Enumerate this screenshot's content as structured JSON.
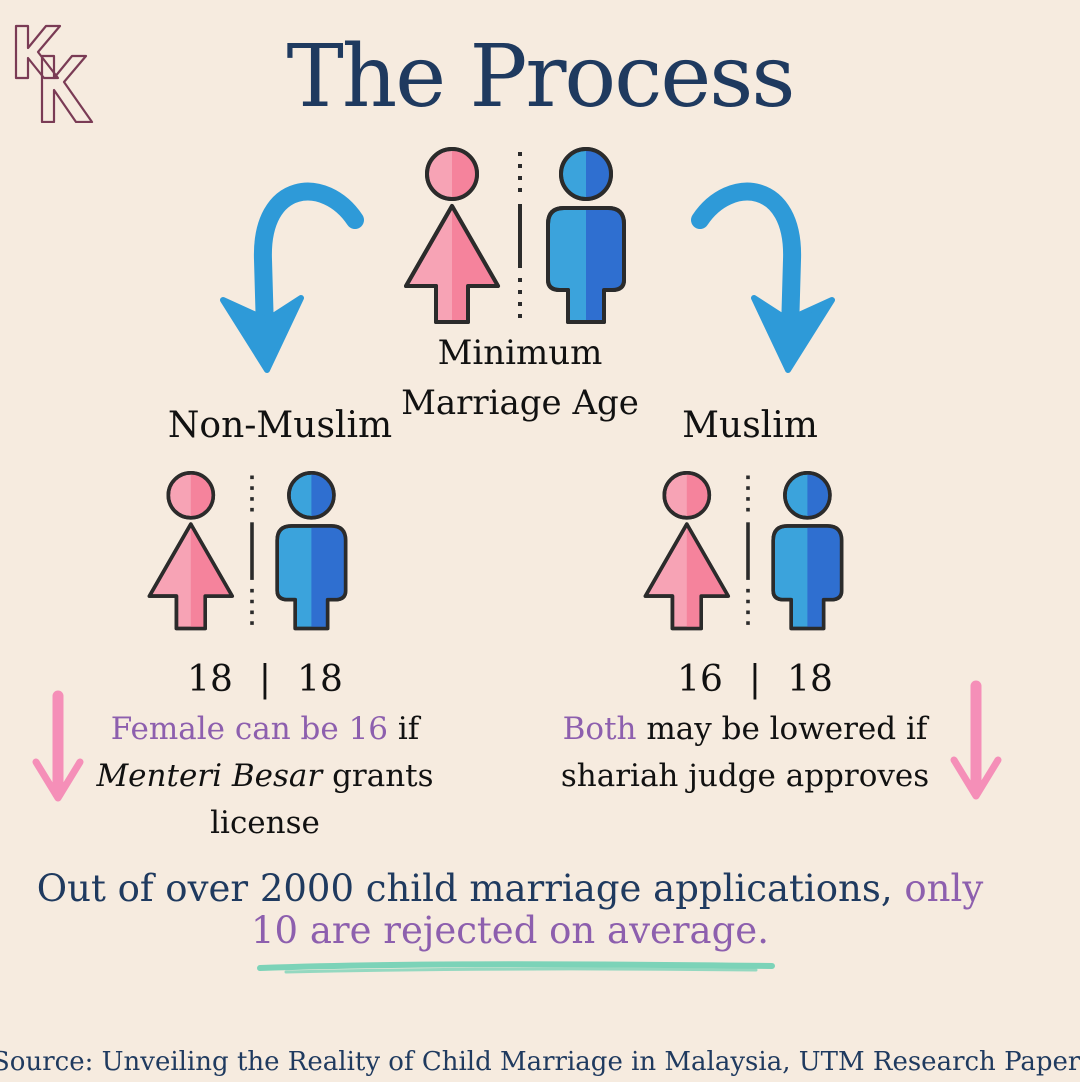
{
  "logo": {
    "text": "KK"
  },
  "title": "The Process",
  "center_label": {
    "line1": "Minimum",
    "line2": "Marriage Age"
  },
  "non_muslim": {
    "label": "Non-Muslim",
    "female_age": "18",
    "male_age": "18",
    "separator": "|",
    "note_highlight": "Female can be 16",
    "note_after_highlight": " if",
    "note_italic": "Menteri Besar",
    "note_rest": " grants license"
  },
  "muslim": {
    "label": "Muslim",
    "female_age": "16",
    "male_age": "18",
    "separator": "|",
    "note_highlight": "Both",
    "note_rest": " may be lowered if shariah judge approves"
  },
  "stat": {
    "part1": "Out of  over 2000 child marriage applications, ",
    "highlight": "only 10 are rejected on average."
  },
  "source": "Source: Unveiling the Reality of Child Marriage in Malaysia, UTM Research Paper",
  "colors": {
    "background": "#f6ebdf",
    "title": "#1f3a5f",
    "highlight": "#8d5fae",
    "female_pink": "#f589a0",
    "male_blue": "#2f7fd0",
    "arrow_blue": "#2e9ad8",
    "arrow_pink": "#f58fb8",
    "underline_teal": "#7cd3b8"
  }
}
